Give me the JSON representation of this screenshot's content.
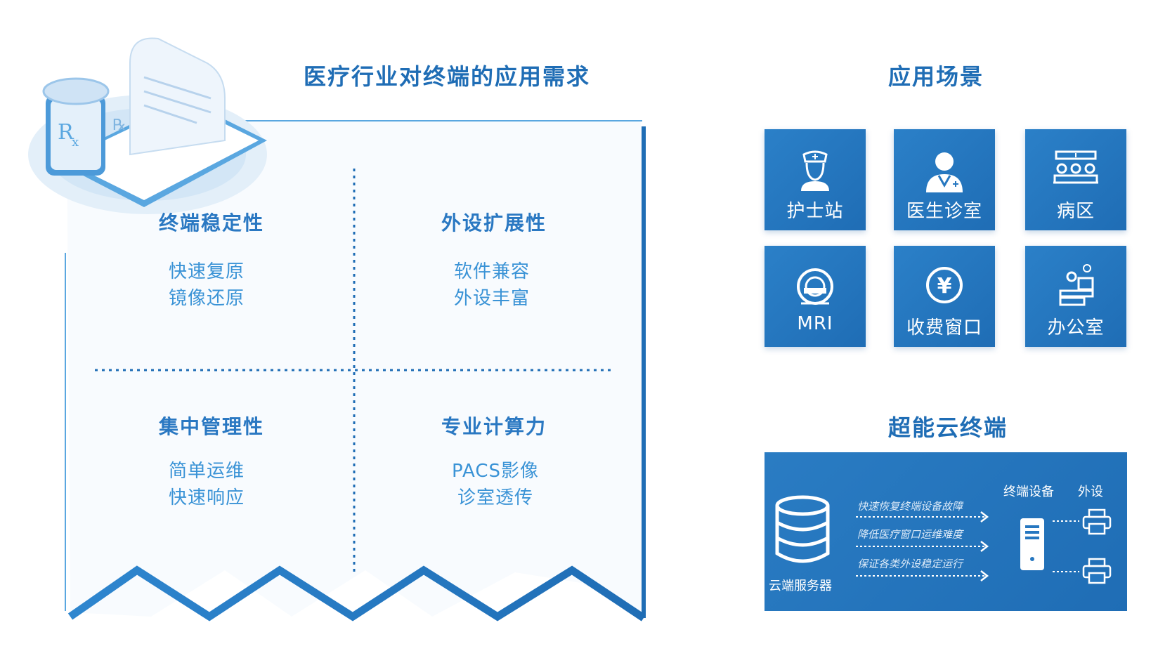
{
  "left": {
    "title": "医疗行业对终端的应用需求",
    "quadrants": [
      {
        "title": "终端稳定性",
        "lines": [
          "快速复原",
          "镜像还原"
        ]
      },
      {
        "title": "外设扩展性",
        "lines": [
          "软件兼容",
          "外设丰富"
        ]
      },
      {
        "title": "集中管理性",
        "lines": [
          "简单运维",
          "快速响应"
        ]
      },
      {
        "title": "专业计算力",
        "lines": [
          "PACS影像",
          "诊室透传"
        ]
      }
    ]
  },
  "scenes": {
    "title": "应用场景",
    "tiles": [
      {
        "label": "护士站",
        "icon": "nurse-icon"
      },
      {
        "label": "医生诊室",
        "icon": "doctor-icon"
      },
      {
        "label": "病区",
        "icon": "ward-beds-icon"
      },
      {
        "label": "MRI",
        "icon": "mri-scanner-icon"
      },
      {
        "label": "收费窗口",
        "icon": "yuan-coin-icon"
      },
      {
        "label": "办公室",
        "icon": "office-desk-icon"
      }
    ]
  },
  "cloud": {
    "title": "超能云终端",
    "server_label": "云端服务器",
    "flows": [
      "快速恢复终端设备故障",
      "降低医疗窗口运维难度",
      "保证各类外设稳定运行"
    ],
    "device_label": "终端设备",
    "peripheral_label": "外设"
  },
  "colors": {
    "primary": "#1f6db5",
    "accent": "#3a93d6",
    "tile_bg": "#2677c0"
  }
}
